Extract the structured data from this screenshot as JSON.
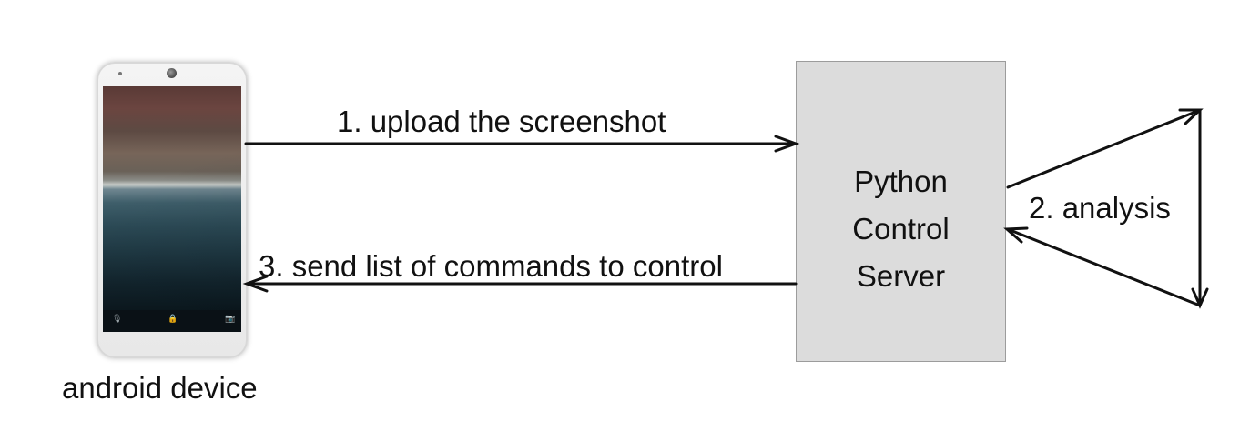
{
  "diagram": {
    "device_label": "android device",
    "server_lines": [
      "Python",
      "Control",
      "Server"
    ],
    "edges": [
      {
        "label": "1. upload the screenshot",
        "from": "android device",
        "to": "Python Control Server"
      },
      {
        "label": "2. analysis",
        "from": "Python Control Server",
        "to": "Python Control Server"
      },
      {
        "label": "3. send list of commands to control",
        "from": "Python Control Server",
        "to": "android device"
      }
    ],
    "phone_icons": [
      "microphone-icon",
      "lock-icon",
      "camera-icon"
    ],
    "colors": {
      "server_fill": "#dcdcdc",
      "server_border": "#9c9c9c",
      "line": "#111111"
    }
  }
}
